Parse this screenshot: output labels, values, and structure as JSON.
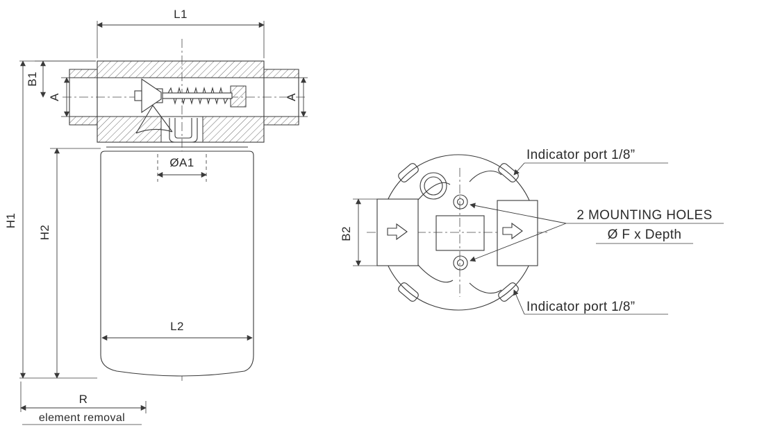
{
  "side_view": {
    "L1": "L1",
    "B1": "B1",
    "A_left": "A",
    "A_right": "A",
    "H1": "H1",
    "H2": "H2",
    "OA1": "ØA1",
    "L2": "L2",
    "R": "R",
    "element_removal": "element removal"
  },
  "top_view": {
    "B2": "B2",
    "indicator_port_top": "Indicator port 1/8”",
    "indicator_port_bottom": "Indicator port 1/8”",
    "mounting_holes_title": "2 MOUNTING HOLES",
    "mounting_holes_spec": "Ø F x Depth"
  },
  "colors": {
    "line": "#3a3a3a",
    "text": "#2a2a2a",
    "background": "#ffffff"
  }
}
